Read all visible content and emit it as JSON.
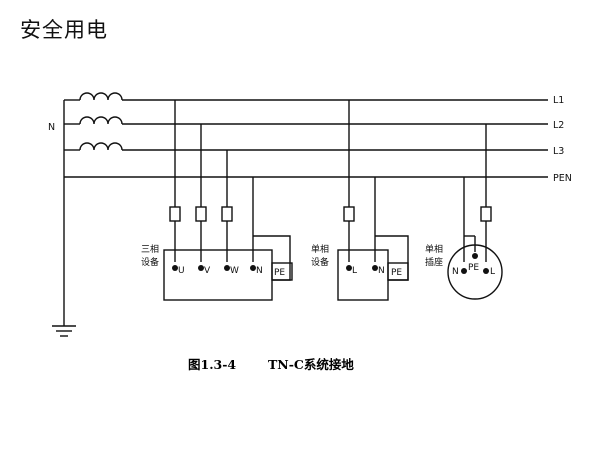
{
  "page": {
    "title": "安全用电"
  },
  "diagram": {
    "line_labels": {
      "l1": "L1",
      "l2": "L2",
      "l3": "L3",
      "pen": "PEN",
      "neutral": "N"
    },
    "three_phase_device": {
      "label_line1": "三相",
      "label_line2": "设备",
      "terminals": [
        "U",
        "V",
        "W",
        "N"
      ],
      "pe": "PE"
    },
    "single_phase_device": {
      "label_line1": "单相",
      "label_line2": "设备",
      "terminals": [
        "L",
        "N"
      ],
      "pe": "PE"
    },
    "socket": {
      "label_line1": "单相",
      "label_line2": "插座",
      "terminals": [
        "N",
        "PE",
        "L"
      ]
    }
  },
  "caption": {
    "figure_number": "图1.3-4",
    "title": "TN-C系统接地"
  }
}
